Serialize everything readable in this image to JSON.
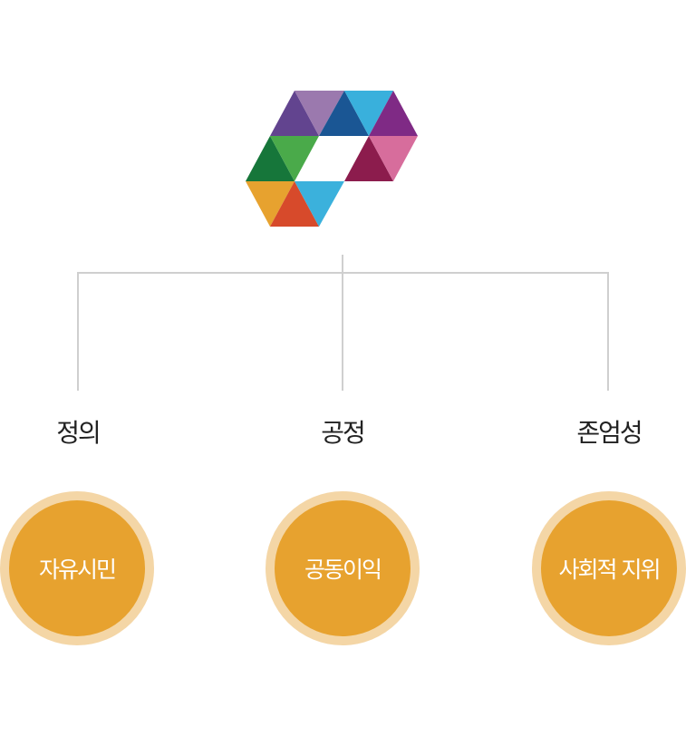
{
  "logo": {
    "colors": [
      "#62448f",
      "#9b79ae",
      "#1a5694",
      "#39b0dc",
      "#7f2a85",
      "#16763a",
      "#4aaa4a",
      "#8c1c4d",
      "#d76d9c",
      "#e7a22f",
      "#d74a2b",
      "#3bb1dc"
    ]
  },
  "nodes": [
    {
      "label": "정의",
      "value": "자유시민"
    },
    {
      "label": "공정",
      "value": "공동이익"
    },
    {
      "label": "존엄성",
      "value": "사회적 지위"
    }
  ]
}
